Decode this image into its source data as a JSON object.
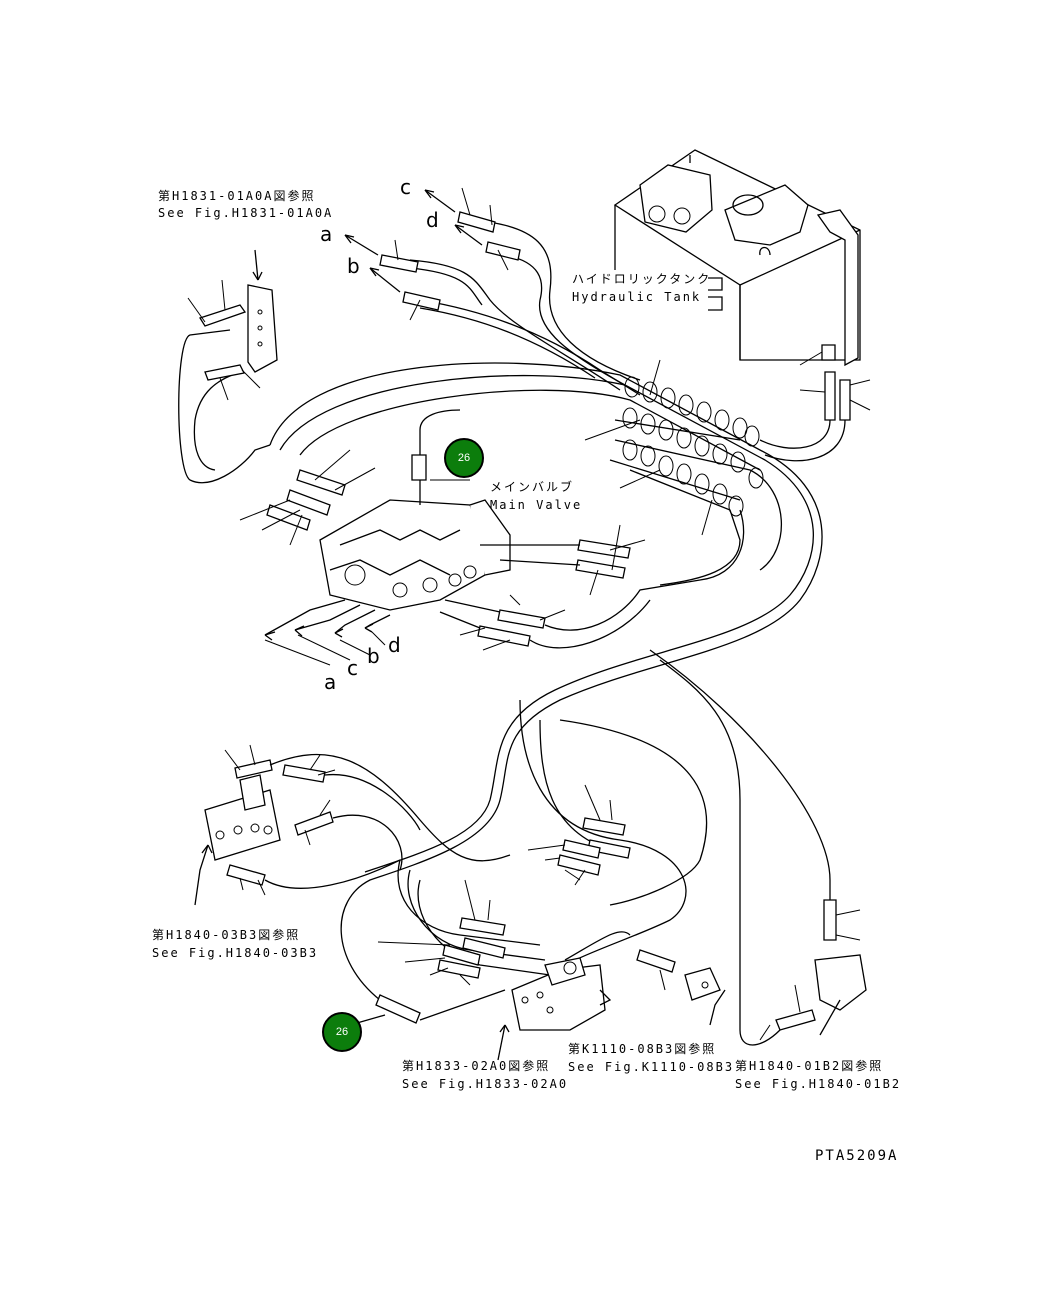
{
  "labels": {
    "ref_h1831_jp": "第H1831-01A0A図参照",
    "ref_h1831_en": "See Fig.H1831-01A0A",
    "hydraulic_tank_jp": "ハイドロリックタンク",
    "hydraulic_tank_en": "Hydraulic Tank",
    "main_valve_jp": "メインバルブ",
    "main_valve_en": "Main Valve",
    "ref_h1840_03_jp": "第H1840-03B3図参照",
    "ref_h1840_03_en": "See Fig.H1840-03B3",
    "ref_h1833_jp": "第H1833-02A0図参照",
    "ref_h1833_en": "See Fig.H1833-02A0",
    "ref_k1110_jp": "第K1110-08B3図参照",
    "ref_k1110_en": "See Fig.K1110-08B3",
    "ref_h1840_01_jp": "第H1840-01B2図参照",
    "ref_h1840_01_en": "See Fig.H1840-01B2"
  },
  "connectors": {
    "top_c": "c",
    "top_d": "d",
    "top_a": "a",
    "top_b": "b",
    "bot_a": "a",
    "bot_c": "c",
    "bot_b": "b",
    "bot_d": "d"
  },
  "callouts": [
    {
      "id": "callout-upper",
      "number": "26"
    },
    {
      "id": "callout-lower",
      "number": "26"
    }
  ],
  "drawing_code": "PTA5209A",
  "colors": {
    "callout_fill": "#0c7d0c",
    "callout_border": "#000000",
    "line": "#000000"
  }
}
